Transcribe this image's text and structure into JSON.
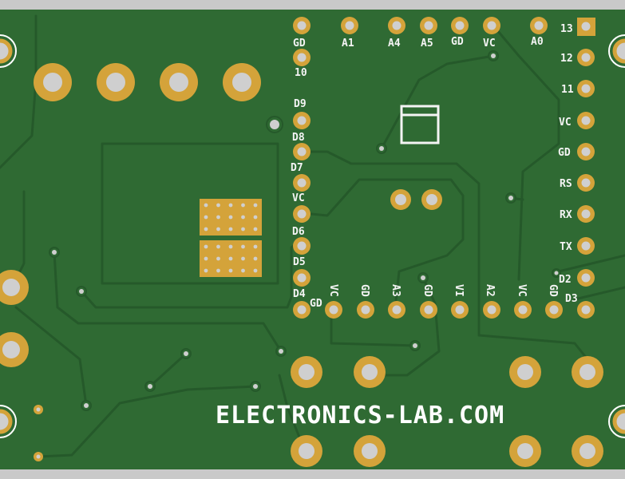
{
  "board": {
    "brand_text": "ELECTRONICS-LAB.COM",
    "colors": {
      "soldermask": "#2f6a33",
      "trace": "#25592a",
      "pad": "#d4a33a",
      "drill": "#cfcfcf",
      "silkscreen": "#f4f4f4",
      "frame": "#c9c9c9"
    }
  },
  "labels": {
    "col_gd1": "GD",
    "col_10": "10",
    "col_d9": "D9",
    "col_d8": "D8",
    "col_d7": "D7",
    "col_vc": "VC",
    "col_d6": "D6",
    "col_d5": "D5",
    "col_d4": "D4",
    "col_gd2": "GD",
    "top_a1": "A1",
    "top_a4": "A4",
    "top_a5": "A5",
    "top_gd": "GD",
    "top_vc": "VC",
    "top_a0": "A0",
    "right_13": "13",
    "right_12": "12",
    "right_11": "11",
    "right_vc": "VC",
    "right_gd": "GD",
    "right_rs": "RS",
    "right_rx": "RX",
    "right_tx": "TX",
    "right_d2": "D2",
    "right_d3": "D3",
    "bottom_vc1": "VC",
    "bottom_gd1": "GD",
    "bottom_a3": "A3",
    "bottom_gd2": "GD",
    "bottom_vi": "VI",
    "bottom_a2": "A2",
    "bottom_vc2": "VC",
    "bottom_gd3": "GD"
  }
}
